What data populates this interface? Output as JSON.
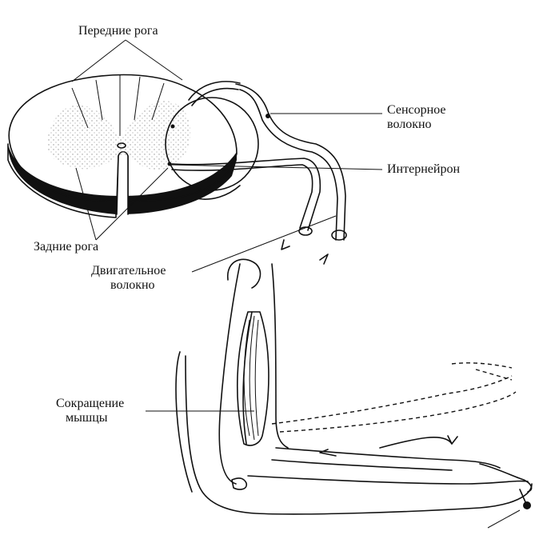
{
  "labels": {
    "anterior_horns": "Передние рога",
    "posterior_horns": "Задние рога",
    "sensory_fiber_line1": "Сенсорное",
    "sensory_fiber_line2": "волокно",
    "interneuron": "Интернейрон",
    "motor_fiber_line1": "Двигательное",
    "motor_fiber_line2": "волокно",
    "muscle_contraction_line1": "Сокращение",
    "muscle_contraction_line2": "мышцы"
  },
  "colors": {
    "ink": "#111111",
    "gray_matter": "#b5b5b5",
    "background": "#ffffff"
  }
}
